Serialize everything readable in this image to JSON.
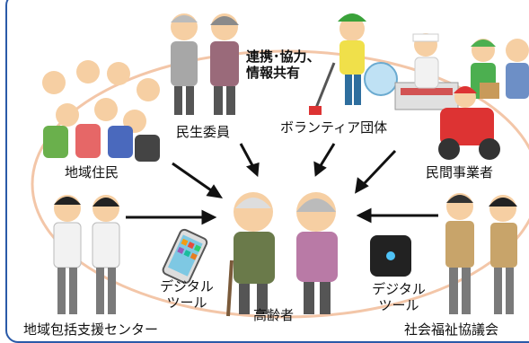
{
  "title_partial": "",
  "labels": {
    "minsei": "民生委員",
    "volunteer": "ボランティア団体",
    "jumin": "地域住民",
    "minkan": "民間事業者",
    "center": "地域包括支援センター",
    "shakyo": "社会福祉協議会",
    "koreisha": "高齢者",
    "renkei_line1": "連携･協力、",
    "renkei_line2": "情報共有",
    "digital_left_line1": "デジタル",
    "digital_left_line2": "ツール",
    "digital_right_line1": "デジタル",
    "digital_right_line2": "ツール"
  },
  "colors": {
    "frame": "#2a5aa8",
    "ring": "#f3c6a8",
    "arrow": "#111111"
  }
}
